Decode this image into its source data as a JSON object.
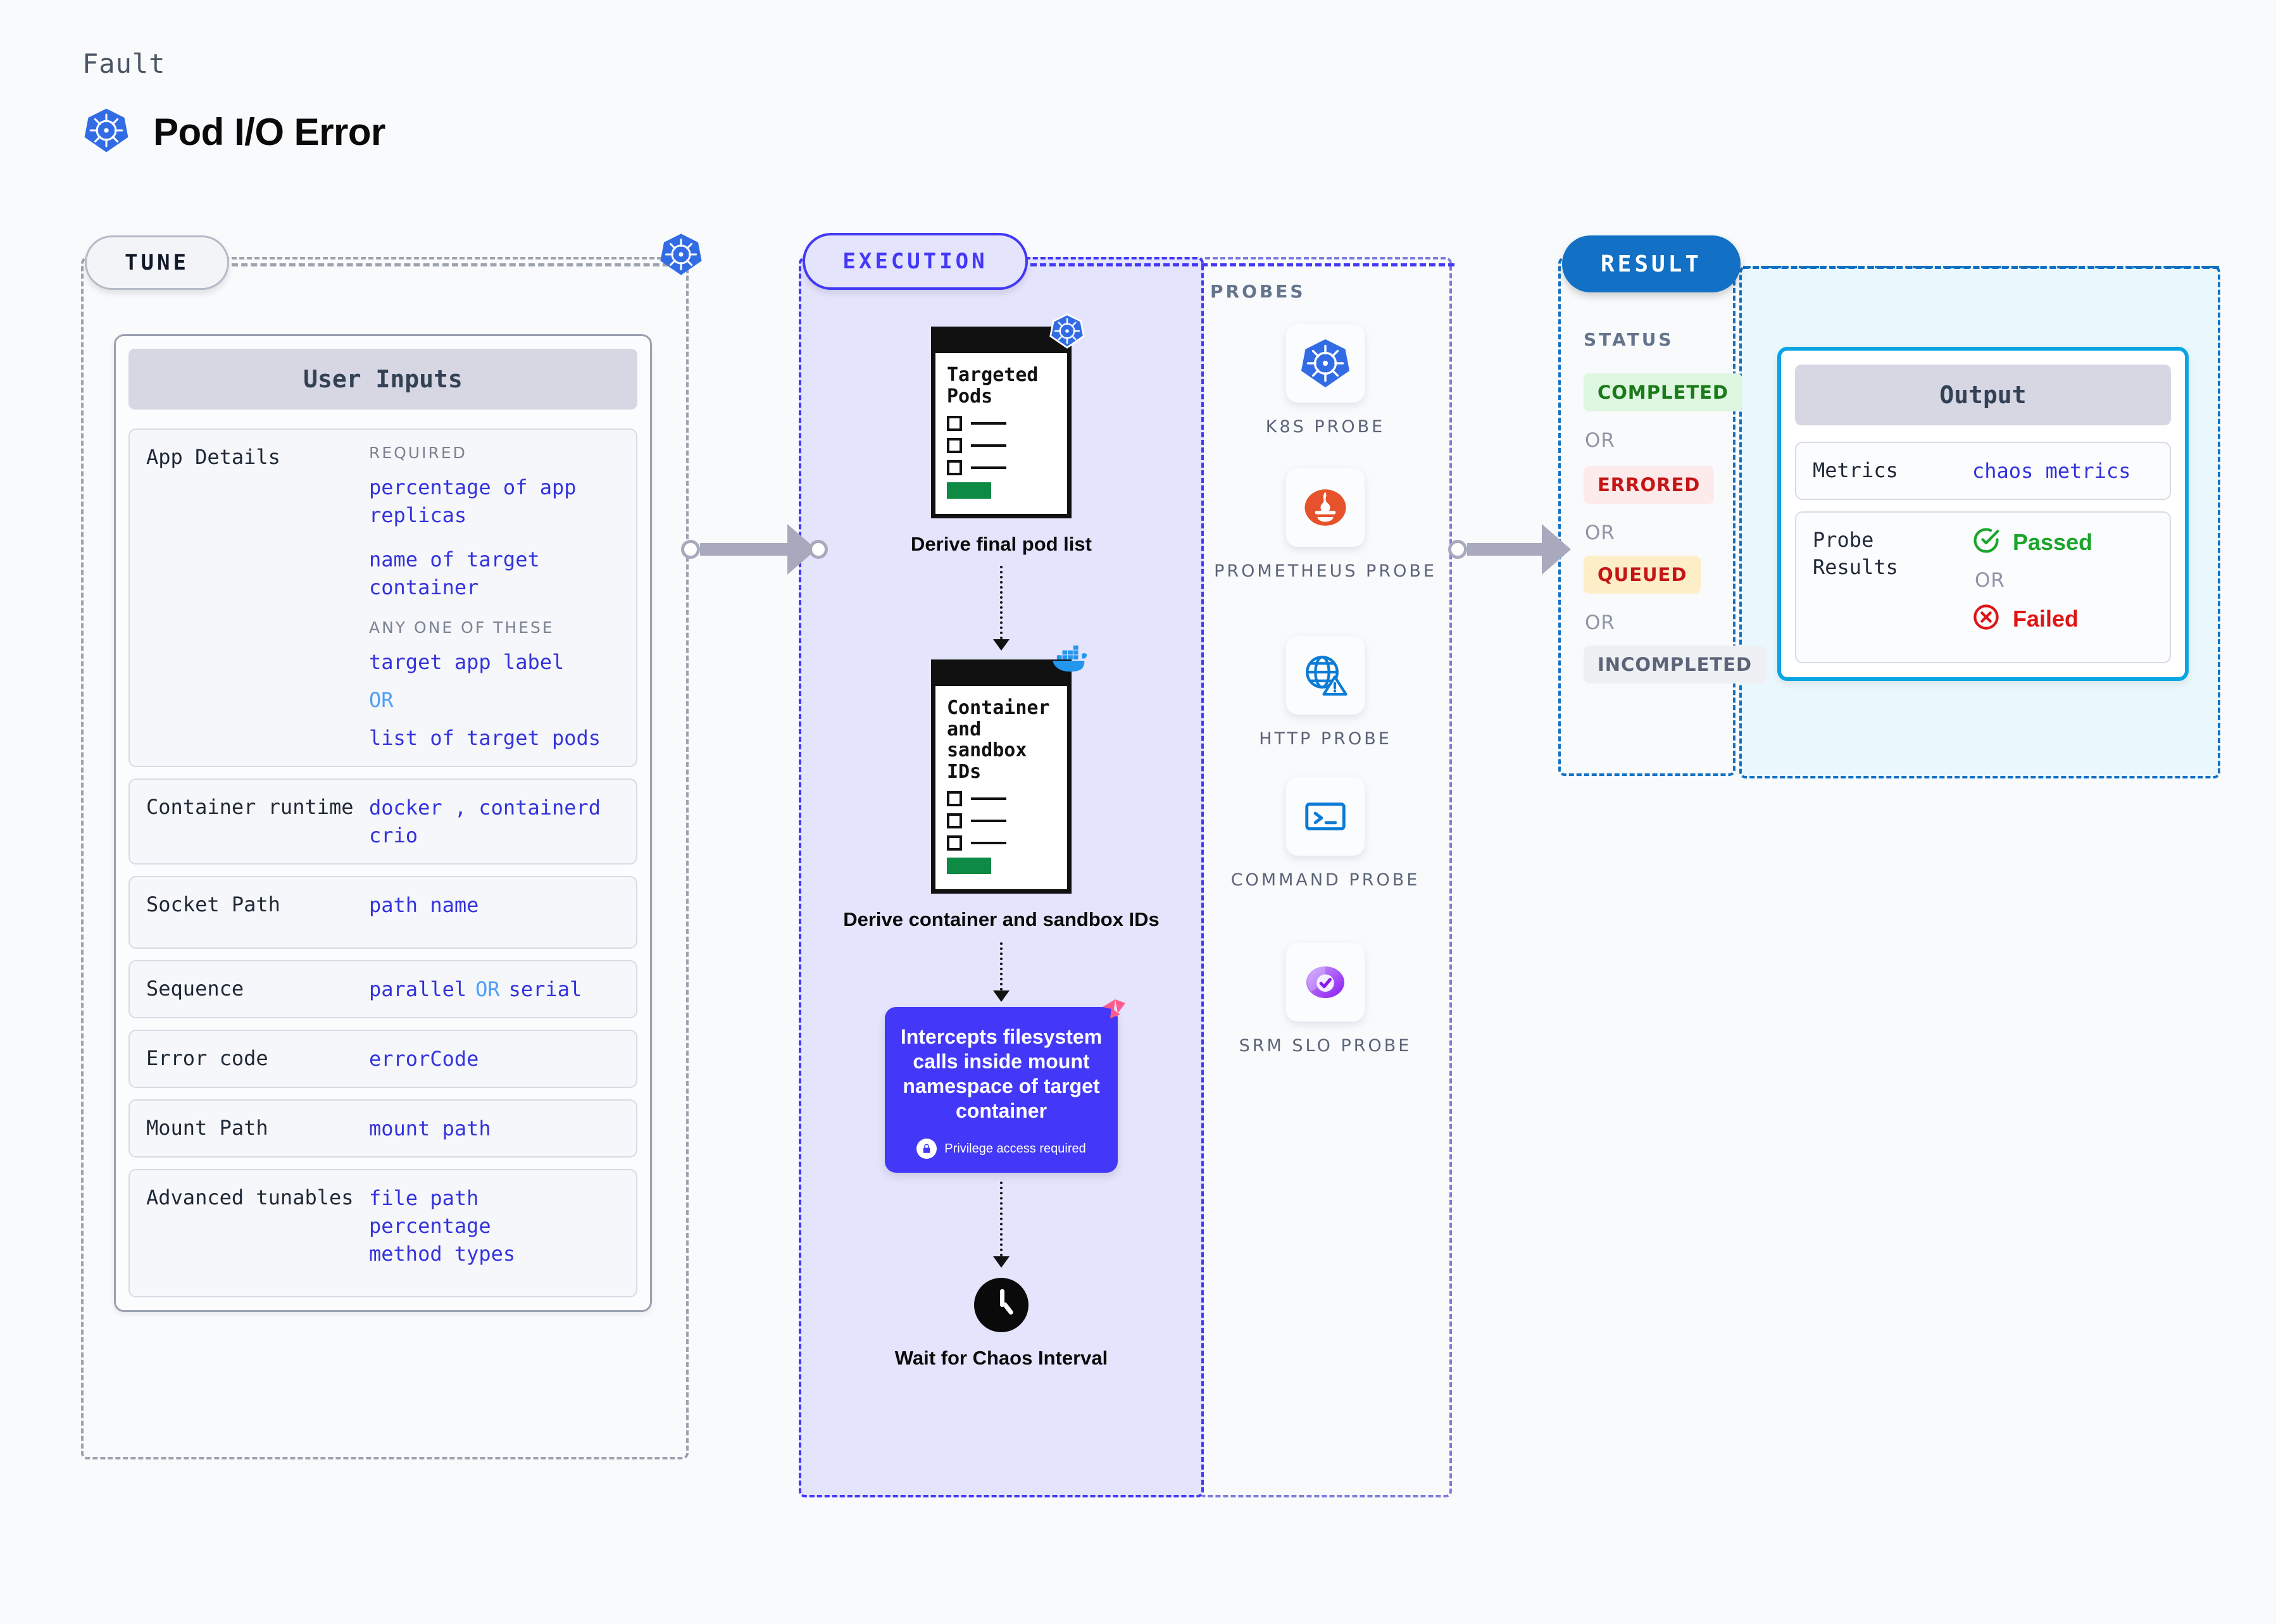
{
  "header": {
    "kicker": "Fault",
    "title": "Pod I/O Error",
    "icon": "kubernetes-icon"
  },
  "lanes": {
    "tune": {
      "pill": "TUNE"
    },
    "execution": {
      "pill": "EXECUTION"
    },
    "probes": {
      "label": "PROBES"
    },
    "result": {
      "pill": "RESULT",
      "status_label": "STATUS"
    }
  },
  "tune": {
    "card_title": "User Inputs",
    "rows": [
      {
        "key": "App Details",
        "required_label": "REQUIRED",
        "required_values": [
          "percentage of app replicas",
          "name of target container"
        ],
        "anyone_label": "ANY ONE OF THESE",
        "anyone_values": [
          "target app label",
          "list of target pods"
        ],
        "or": "OR"
      },
      {
        "key": "Container runtime",
        "values": [
          "docker , containerd",
          "crio"
        ]
      },
      {
        "key": "Socket Path",
        "values": [
          "path name"
        ]
      },
      {
        "key": "Sequence",
        "values": [
          "parallel"
        ],
        "or": "OR",
        "values_after": [
          "serial"
        ]
      },
      {
        "key": "Error code",
        "values": [
          "errorCode"
        ]
      },
      {
        "key": "Mount Path",
        "values": [
          "mount path"
        ]
      },
      {
        "key": "Advanced tunables",
        "values": [
          "file path",
          "percentage",
          "method types"
        ]
      }
    ]
  },
  "execution": {
    "steps": [
      {
        "card_title": "Targeted Pods",
        "badge_icon": "kubernetes-icon",
        "caption": "Derive final pod list"
      },
      {
        "card_title": "Container and sandbox IDs",
        "badge_icon": "docker-icon",
        "caption": "Derive container and sandbox IDs"
      }
    ],
    "action_box": {
      "text": "Intercepts filesystem calls inside mount namespace of target container",
      "privilege_note": "Privilege access required",
      "privilege_icon": "lock-icon",
      "badge_icon": "litmus-icon",
      "color": "#4338f7"
    },
    "wait_step": {
      "icon": "clock-icon",
      "caption": "Wait for Chaos Interval"
    }
  },
  "probes": [
    {
      "icon": "kubernetes-icon",
      "label": "K8S PROBE"
    },
    {
      "icon": "prometheus-icon",
      "label": "PROMETHEUS PROBE"
    },
    {
      "icon": "http-globe-icon",
      "label": "HTTP PROBE"
    },
    {
      "icon": "terminal-icon",
      "label": "COMMAND PROBE"
    },
    {
      "icon": "srm-slo-icon",
      "label": "SRM SLO PROBE"
    }
  ],
  "result": {
    "statuses": [
      {
        "text": "COMPLETED",
        "fg": "#1a7a1a",
        "bg": "#def7e0"
      },
      {
        "text": "ERRORED",
        "fg": "#c41616",
        "bg": "#fdeaea"
      },
      {
        "text": "QUEUED",
        "fg": "#c41616",
        "bg": "#fdeec7"
      },
      {
        "text": "INCOMPLETED",
        "fg": "#5b6478",
        "bg": "#eef0f4"
      }
    ],
    "or": "OR"
  },
  "output": {
    "card_title": "Output",
    "rows": [
      {
        "key": "Metrics",
        "value": "chaos metrics"
      },
      {
        "key": "Probe Results",
        "passed": "Passed",
        "or": "OR",
        "failed": "Failed"
      }
    ]
  },
  "colors": {
    "accent_purple": "#4338f7",
    "accent_blue": "#1271c4",
    "accent_cyan": "#06a5e4",
    "mono_blue": "#3333dd",
    "background": "#f8fafc"
  }
}
